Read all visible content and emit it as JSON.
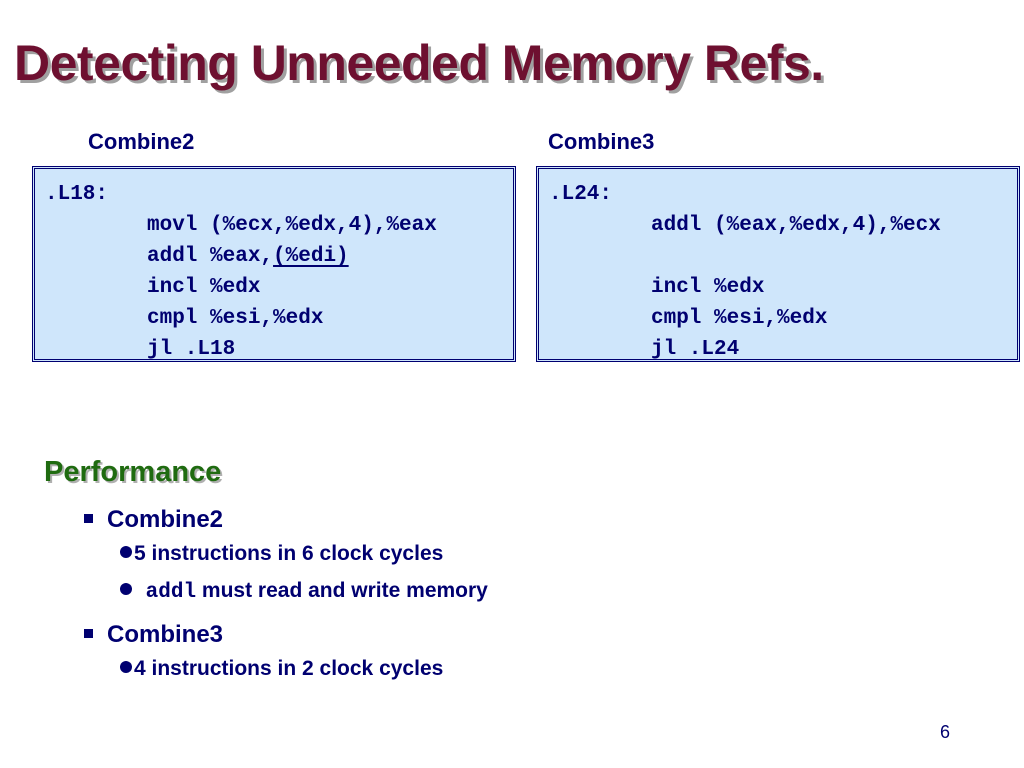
{
  "slide": {
    "title": "Detecting Unneeded Memory Refs.",
    "page_number": "6"
  },
  "combine2": {
    "label": "Combine2",
    "code": {
      "line1": ".L18:",
      "line2": "movl (%ecx,%edx,4),%eax",
      "line3_pre": "addl %eax,",
      "line3_ul": "(%edi)",
      "line4": "incl %edx",
      "line5": "cmpl %esi,%edx",
      "line6": "jl .L18"
    }
  },
  "combine3": {
    "label": "Combine3",
    "code": {
      "line1": ".L24:",
      "line2": "addl (%eax,%edx,4),%ecx",
      "line3": "",
      "line4": "incl %edx",
      "line5": "cmpl %esi,%edx",
      "line6": "jl .L24"
    }
  },
  "performance": {
    "heading": "Performance",
    "items": [
      {
        "label": "Combine2",
        "sub": [
          {
            "text": "5 instructions in 6 clock cycles"
          },
          {
            "code": "addl",
            "text": " must read and write memory"
          }
        ]
      },
      {
        "label": "Combine3",
        "sub": [
          {
            "text": "4 instructions in  2 clock cycles"
          }
        ]
      }
    ]
  }
}
